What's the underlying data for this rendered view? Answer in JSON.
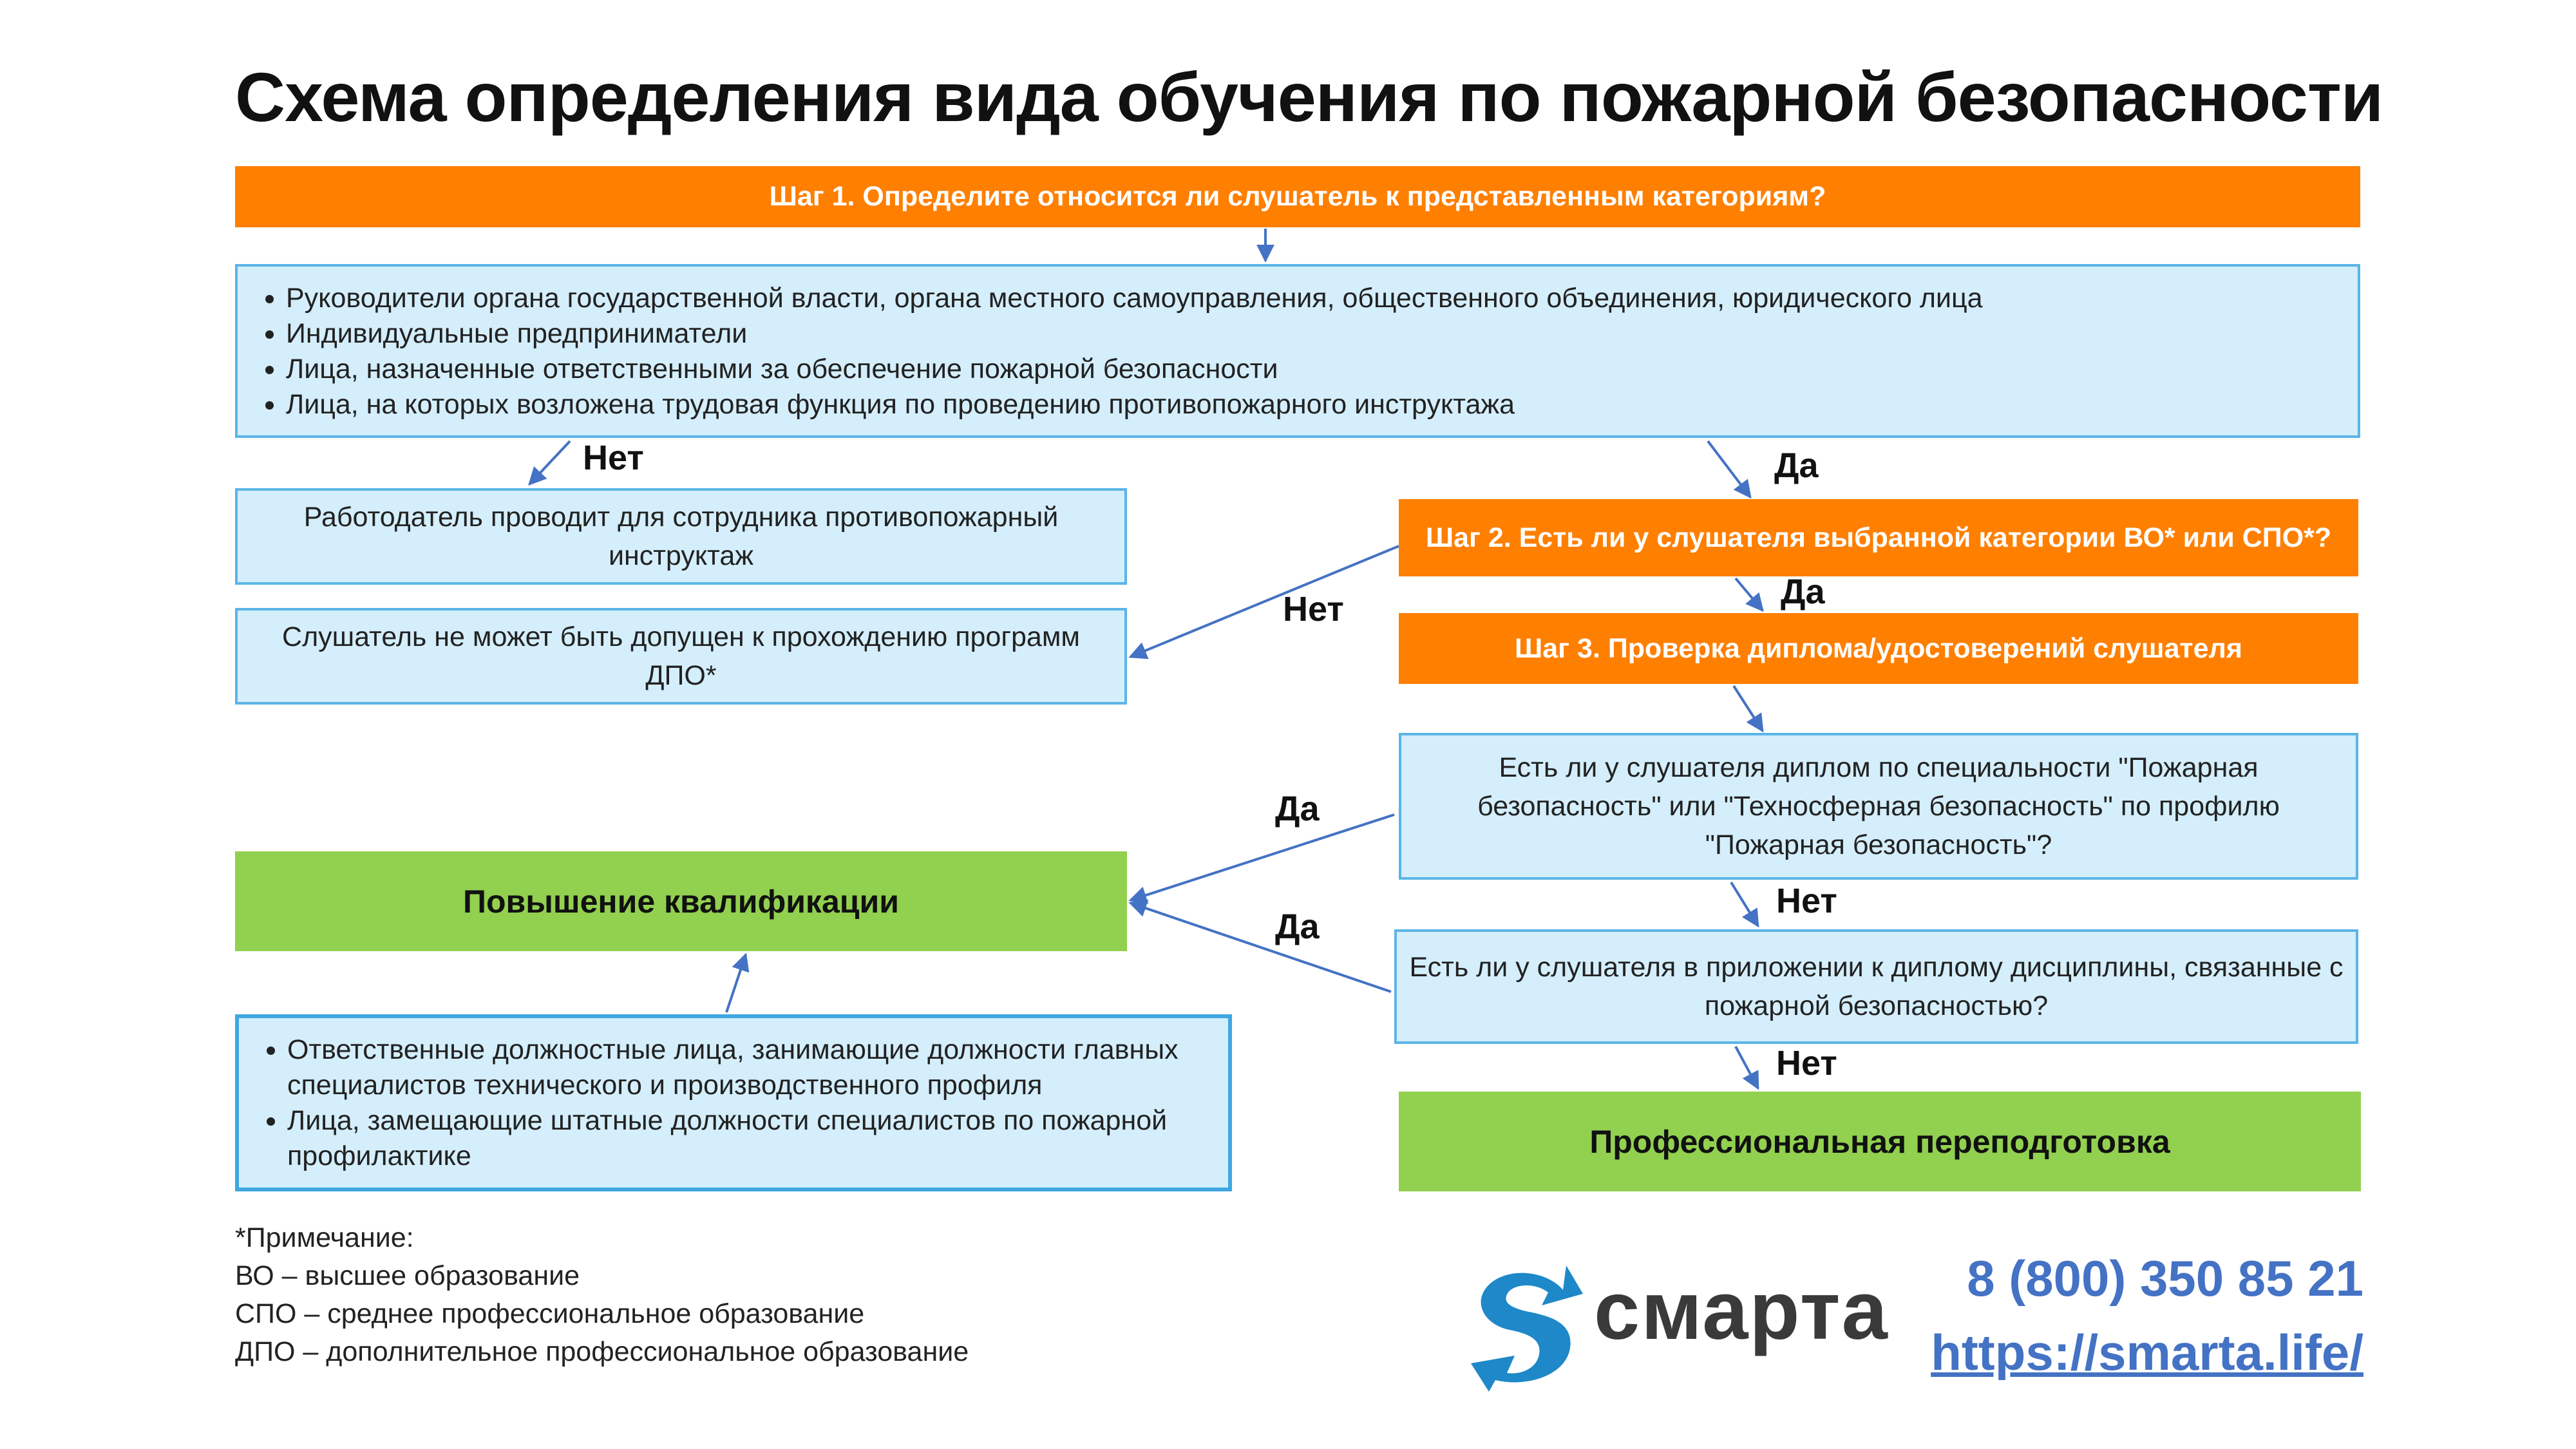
{
  "title": "Схема определения вида обучения по пожарной безопасности",
  "step1": {
    "label": "Шаг 1. Определите относится ли слушатель к представленным категориям?",
    "categories": [
      "Руководители органа государственной власти, органа местного самоуправления, общественного объединения, юридического лица",
      "Индивидуальные предприниматели",
      "Лица, назначенные ответственными за обеспечение пожарной безопасности",
      "Лица, на которых возложена трудовая функция по проведению противопожарного инструктажа"
    ]
  },
  "step2": {
    "label": "Шаг 2. Есть ли у слушателя выбранной категории ВО* или СПО*?"
  },
  "step3": {
    "label": "Шаг 3. Проверка диплома/удостоверений слушателя"
  },
  "boxes": {
    "employer_briefing": "Работодатель проводит для сотрудника противопожарный инструктаж",
    "not_admitted": "Слушатель не может быть допущен к прохождению программ ДПО*",
    "diploma_question": "Есть ли у слушателя диплом по специальности \"Пожарная безопасность\" или \"Техносферная безопасность\" по профилю \"Пожарная безопасность\"?",
    "disciplines_question": "Есть ли у слушателя в приложении к диплому дисциплины, связанные с пожарной безопасностью?",
    "qualification": "Повышение квалификации",
    "retraining": "Профессиональная переподготовка",
    "officials": [
      "Ответственные должностные лица, занимающие должности главных специалистов технического и производственного профиля",
      "Лица, замещающие штатные должности специалистов  по пожарной профилактике"
    ]
  },
  "labels": {
    "no_step1": "Нет",
    "yes_step1": "Да",
    "no_step2": "Нет",
    "yes_step2": "Да",
    "yes_diploma": "Да",
    "no_diploma": "Нет",
    "yes_disciplines": "Да",
    "no_disciplines": "Нет"
  },
  "notes": {
    "heading": "*Примечание:",
    "lines": [
      "ВО – высшее образование",
      "СПО – среднее профессиональное образование",
      "ДПО – дополнительное профессиональное образование"
    ]
  },
  "contacts": {
    "brand": "смарта",
    "phone": "8 (800) 350 85 21",
    "url": "https://smarta.life/"
  },
  "colors": {
    "orange": "#FF7F00",
    "light_blue": "#D4EEFB",
    "blue_border": "#5BB5E6",
    "green": "#92D050",
    "arrow": "#4472C4",
    "contact_blue": "#4472C4",
    "logo_blue": "#1E88C8"
  },
  "icons": {
    "logo": "smarta-s-logo-icon"
  }
}
